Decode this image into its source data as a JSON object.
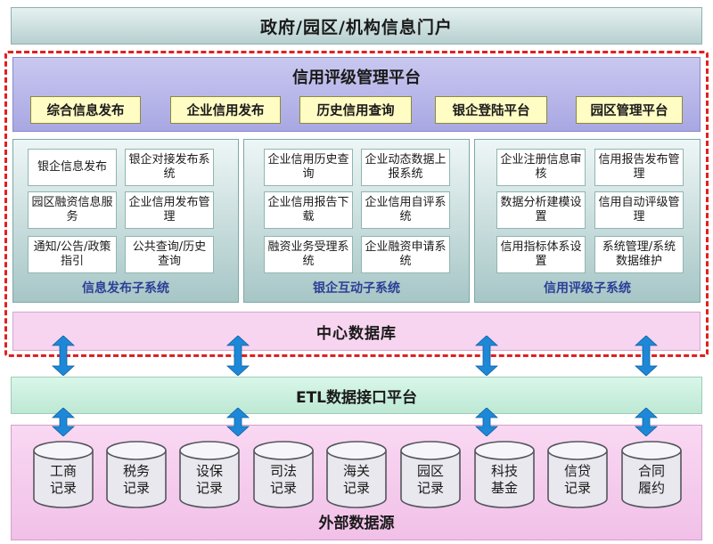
{
  "portal": {
    "title": "政府/园区/机构信息门户"
  },
  "platform": {
    "title": "信用评级管理平台",
    "buttons": [
      "综合信息发布",
      "企业信用发布",
      "历史信用查询",
      "银企登陆平台",
      "园区管理平台"
    ]
  },
  "subsystems": [
    {
      "title": "信息发布子系统",
      "modules": [
        "银企信息发布",
        "银企对接发布系统",
        "园区融资信息服务",
        "企业信用发布管理",
        "通知/公告/政策指引",
        "公共查询/历史查询"
      ]
    },
    {
      "title": "银企互动子系统",
      "modules": [
        "企业信用历史查询",
        "企业动态数据上报系统",
        "企业信用报告下载",
        "企业信用自评系统",
        "融资业务受理系统",
        "企业融资申请系统"
      ]
    },
    {
      "title": "信用评级子系统",
      "modules": [
        "企业注册信息审核",
        "信用报告发布管理",
        "数据分析建模设置",
        "信用自动评级管理",
        "信用指标体系设置",
        "系统管理/系统数据维护"
      ]
    }
  ],
  "central_db": {
    "title": "中心数据库"
  },
  "etl": {
    "title": "ETL数据接口平台"
  },
  "external": {
    "title": "外部数据源",
    "sources": [
      [
        "工商",
        "记录"
      ],
      [
        "税务",
        "记录"
      ],
      [
        "设保",
        "记录"
      ],
      [
        "司法",
        "记录"
      ],
      [
        "海关",
        "记录"
      ],
      [
        "园区",
        "记录"
      ],
      [
        "科技",
        "基金"
      ],
      [
        "信贷",
        "记录"
      ],
      [
        "合同",
        "履约"
      ]
    ]
  },
  "colors": {
    "dashed_border": "#e02020",
    "platform_bg": "#a9a7e3",
    "button_bg": "#fffcc4",
    "subsystem_title": "#2a3f96",
    "arrow": "#1e88d8"
  }
}
